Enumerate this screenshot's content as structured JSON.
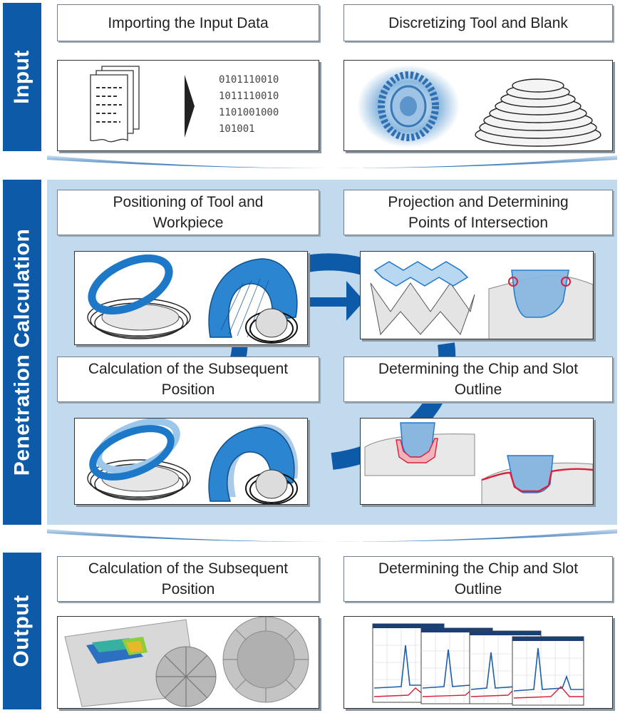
{
  "sections": {
    "input": {
      "label": "Input"
    },
    "penetration": {
      "label": "Penetration Calculation"
    },
    "output": {
      "label": "Output"
    }
  },
  "steps": {
    "import_data": "Importing the Input Data",
    "discretizing": "Discretizing Tool and Blank",
    "positioning": "Positioning of Tool and\nWorkpiece",
    "projection": "Projection and Determining\nPoints of Intersection",
    "subsequent_position": "Calculation of the Subsequent\nPosition",
    "chip_outline": "Determining the Chip and Slot\nOutline",
    "output_left": "Calculation of the Subsequent\nPosition",
    "output_right": "Determining the Chip and Slot\nOutline"
  },
  "binary_lines": [
    "0101110010",
    "1011110010",
    "1101001000",
    "101001"
  ],
  "colors": {
    "band": "#0d5aa8",
    "background": "#c2daee",
    "tool_blue": "#1e78c8",
    "chip_red": "#d8203c"
  },
  "icons": [
    "document-stack-icon",
    "arrow-right-icon",
    "grinding-wheel-icon",
    "blank-contour-icon",
    "cycle-arrow-icon",
    "gear-icon",
    "force-plot-icon"
  ]
}
